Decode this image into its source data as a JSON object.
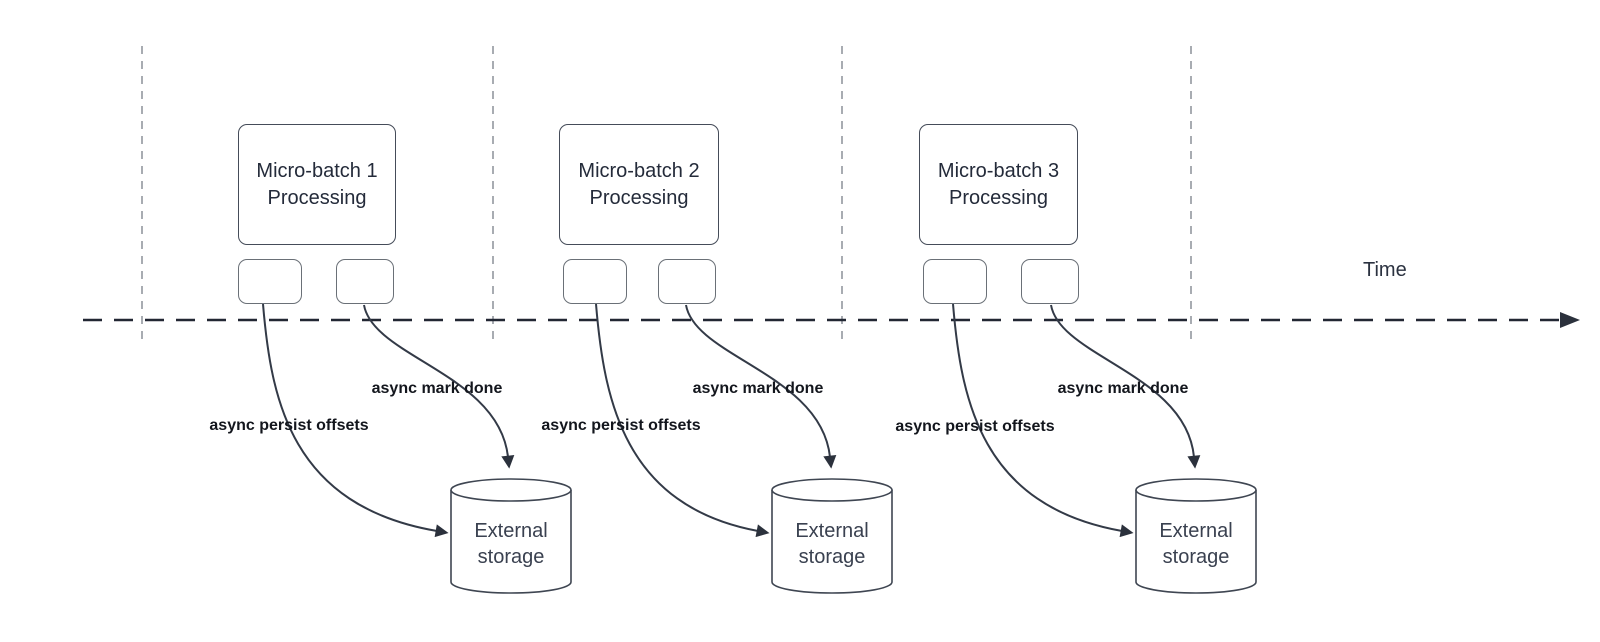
{
  "diagram": {
    "title_hint": "micro-batch async checkpointing timeline",
    "time_label": "Time",
    "groups": [
      {
        "box_label": "Micro-batch 1\nProcessing",
        "persist_label": "async persist offsets",
        "mark_label": "async mark done",
        "storage_label": "External\nstorage"
      },
      {
        "box_label": "Micro-batch 2\nProcessing",
        "persist_label": "async persist offsets",
        "mark_label": "async mark done",
        "storage_label": "External\nstorage"
      },
      {
        "box_label": "Micro-batch 3\nProcessing",
        "persist_label": "async persist offsets",
        "mark_label": "async mark done",
        "storage_label": "External\nstorage"
      }
    ],
    "colors": {
      "arrow_dark": "#333a47",
      "timeline_dark": "#222733",
      "guide_gray": "#a8acb2",
      "box_border": "#454c59",
      "small_box_border": "#6a7077",
      "box_text": "#242b3a",
      "label_text": "#13161d",
      "storage_text": "#3a4150"
    }
  }
}
